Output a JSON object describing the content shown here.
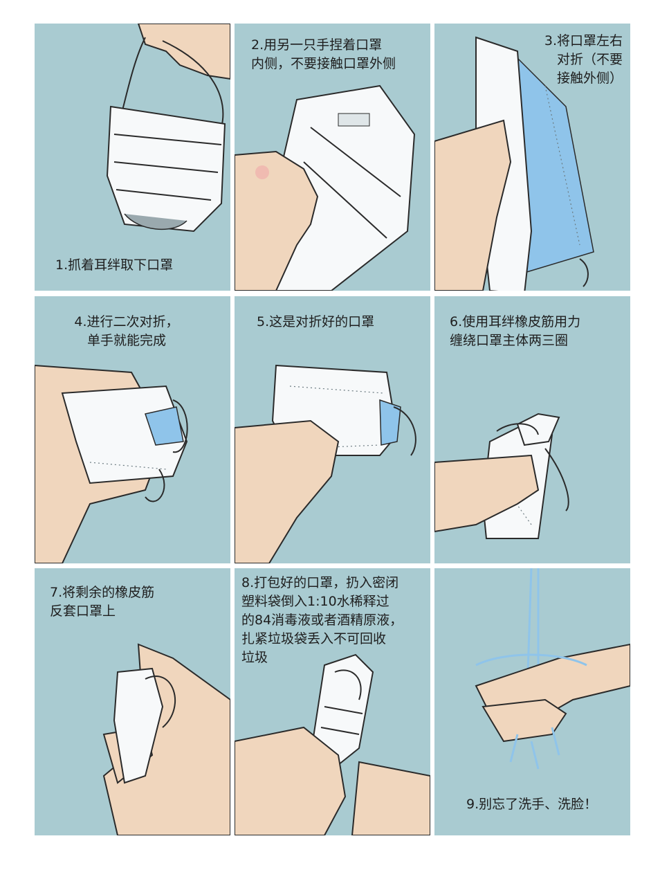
{
  "page": {
    "background": "#ffffff",
    "panel_color": "#a9cbd1",
    "skin_color": "#f0d6bd",
    "mask_color": "#f7f9fa",
    "blue_color": "#8fc4ea"
  },
  "steps": [
    {
      "number": 1,
      "caption": "1.抓着耳绊取下口罩",
      "illustration": "hand-holding-mask-by-ear-loops"
    },
    {
      "number": 2,
      "caption": "2.用另一只手捏着口罩\n内侧，不要接触口罩外侧",
      "illustration": "fingers-pinching-mask-inside"
    },
    {
      "number": 3,
      "caption": "3.将口罩左右\n对折（不要\n接触外侧）",
      "illustration": "mask-folded-in-half"
    },
    {
      "number": 4,
      "caption": "4.进行二次对折，\n单手就能完成",
      "illustration": "hand-folding-mask-twice"
    },
    {
      "number": 5,
      "caption": "5.这是对折好的口罩",
      "illustration": "folded-mask-in-hand"
    },
    {
      "number": 6,
      "caption": "6.使用耳绊橡皮筋用力\n缠绕口罩主体两三圈",
      "illustration": "wrapping-ear-loop-around-mask"
    },
    {
      "number": 7,
      "caption": "7.将剩余的橡皮筋\n反套口罩上",
      "illustration": "looping-band-over-mask"
    },
    {
      "number": 8,
      "caption": "8.打包好的口罩，扔入密闭\n塑料袋倒入1:10水稀释过\n的84消毒液或者酒精原液，\n扎紧垃圾袋丢入不可回收\n垃圾",
      "illustration": "bundled-mask-in-hand"
    },
    {
      "number": 9,
      "caption": "9.别忘了洗手、洗脸！",
      "illustration": "washing-hands-under-tap"
    }
  ]
}
